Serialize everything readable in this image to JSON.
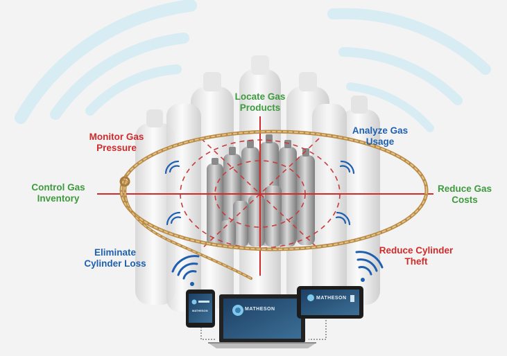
{
  "benefits": [
    {
      "id": "locate",
      "lines": [
        "Locate Gas",
        "Products"
      ],
      "color": "#3d9a3d"
    },
    {
      "id": "monitor",
      "lines": [
        "Monitor Gas",
        "Pressure"
      ],
      "color": "#d02a2a"
    },
    {
      "id": "analyze",
      "lines": [
        "Analyze Gas",
        "Usage"
      ],
      "color": "#1f5fb0"
    },
    {
      "id": "control",
      "lines": [
        "Control Gas",
        "Inventory"
      ],
      "color": "#3d9a3d"
    },
    {
      "id": "reduce-costs",
      "lines": [
        "Reduce Gas",
        "Costs"
      ],
      "color": "#3d9a3d"
    },
    {
      "id": "eliminate",
      "lines": [
        "Eliminate",
        "Cylinder Loss"
      ],
      "color": "#1f5fb0"
    },
    {
      "id": "reduce-theft",
      "lines": [
        "Reduce Cylinder",
        "Theft"
      ],
      "color": "#d02a2a"
    }
  ],
  "devices": {
    "brand": "MATHESON"
  },
  "colors": {
    "crosshair": "#d02a2a",
    "rope": "#c9a05a",
    "wifi": "#1f5fb0",
    "signal_bg": "#d7ecf3"
  },
  "icons": [
    "wifi-signal-icon",
    "cylinder-icon",
    "smartphone-icon",
    "laptop-icon",
    "tablet-icon",
    "brand-logo-icon"
  ]
}
